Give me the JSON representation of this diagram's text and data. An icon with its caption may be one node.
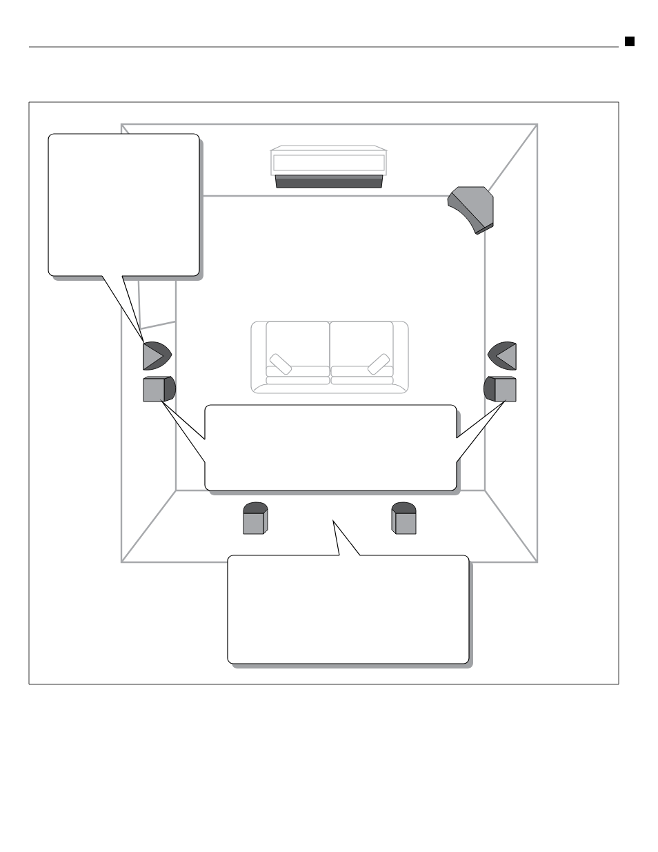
{
  "diagram": {
    "nodes": [
      {
        "text": [],
        "shape": "box"
      },
      {
        "text": [],
        "shape": "picture"
      },
      {
        "text": [],
        "shape": "picture"
      },
      {
        "text": [],
        "shape": "box"
      },
      {
        "text": [],
        "shape": "box"
      },
      {
        "text": [],
        "shape": "box"
      },
      {
        "text": [],
        "shape": "box"
      },
      {
        "text": [],
        "shape": "box"
      },
      {
        "text": [],
        "shape": "box"
      }
    ],
    "edges": [
      {
        "from": 0,
        "to": 1,
        "arrow": "none"
      },
      {
        "from": 5,
        "to": 3,
        "arrow": "none"
      },
      {
        "from": 5,
        "to": 4,
        "arrow": "none"
      },
      {
        "from": 8,
        "to": null,
        "arrow": "none"
      }
    ]
  }
}
